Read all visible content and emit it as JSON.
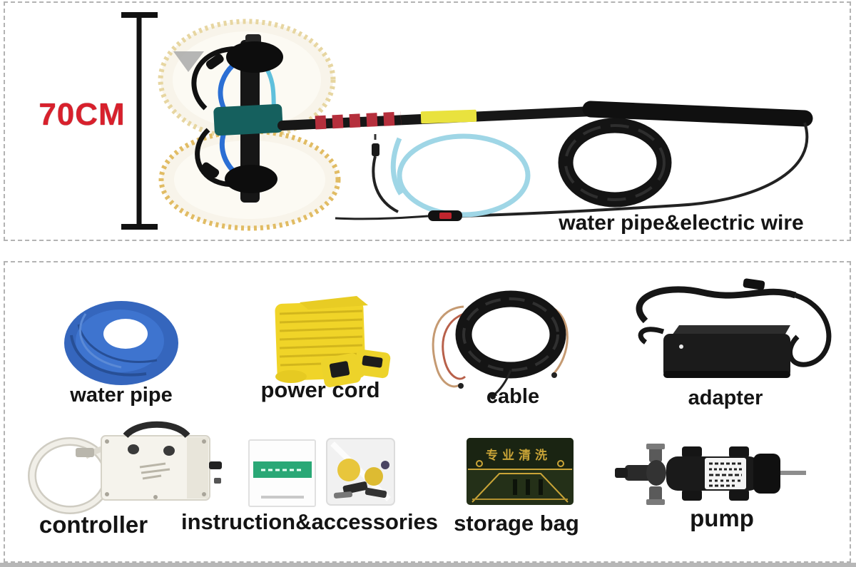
{
  "top_panel": {
    "measurement_label": "70CM",
    "caption": "water pipe&electric wire"
  },
  "parts": {
    "items": [
      {
        "id": "water-pipe",
        "label": "water pipe"
      },
      {
        "id": "power-cord",
        "label": "power cord"
      },
      {
        "id": "cable",
        "label": "cable"
      },
      {
        "id": "adapter",
        "label": "adapter"
      },
      {
        "id": "controller",
        "label": "controller"
      },
      {
        "id": "instruction-accessories",
        "label": "instruction&accessories"
      },
      {
        "id": "storage-bag",
        "label": "storage bag"
      },
      {
        "id": "pump",
        "label": "pump"
      }
    ],
    "storage_bag_print": "专业清洗"
  },
  "colors": {
    "measurement_red": "#d8202c",
    "label_black": "#141414",
    "water_pipe_blue": "#3566bd",
    "power_cord_yellow": "#f0d428",
    "hose_cyan": "#9fd6e6",
    "hub_teal": "#15605e",
    "storage_bag_green": "#22301c",
    "storage_bag_gold": "#c9a437",
    "panel_border_gray": "#b3b3b3"
  }
}
